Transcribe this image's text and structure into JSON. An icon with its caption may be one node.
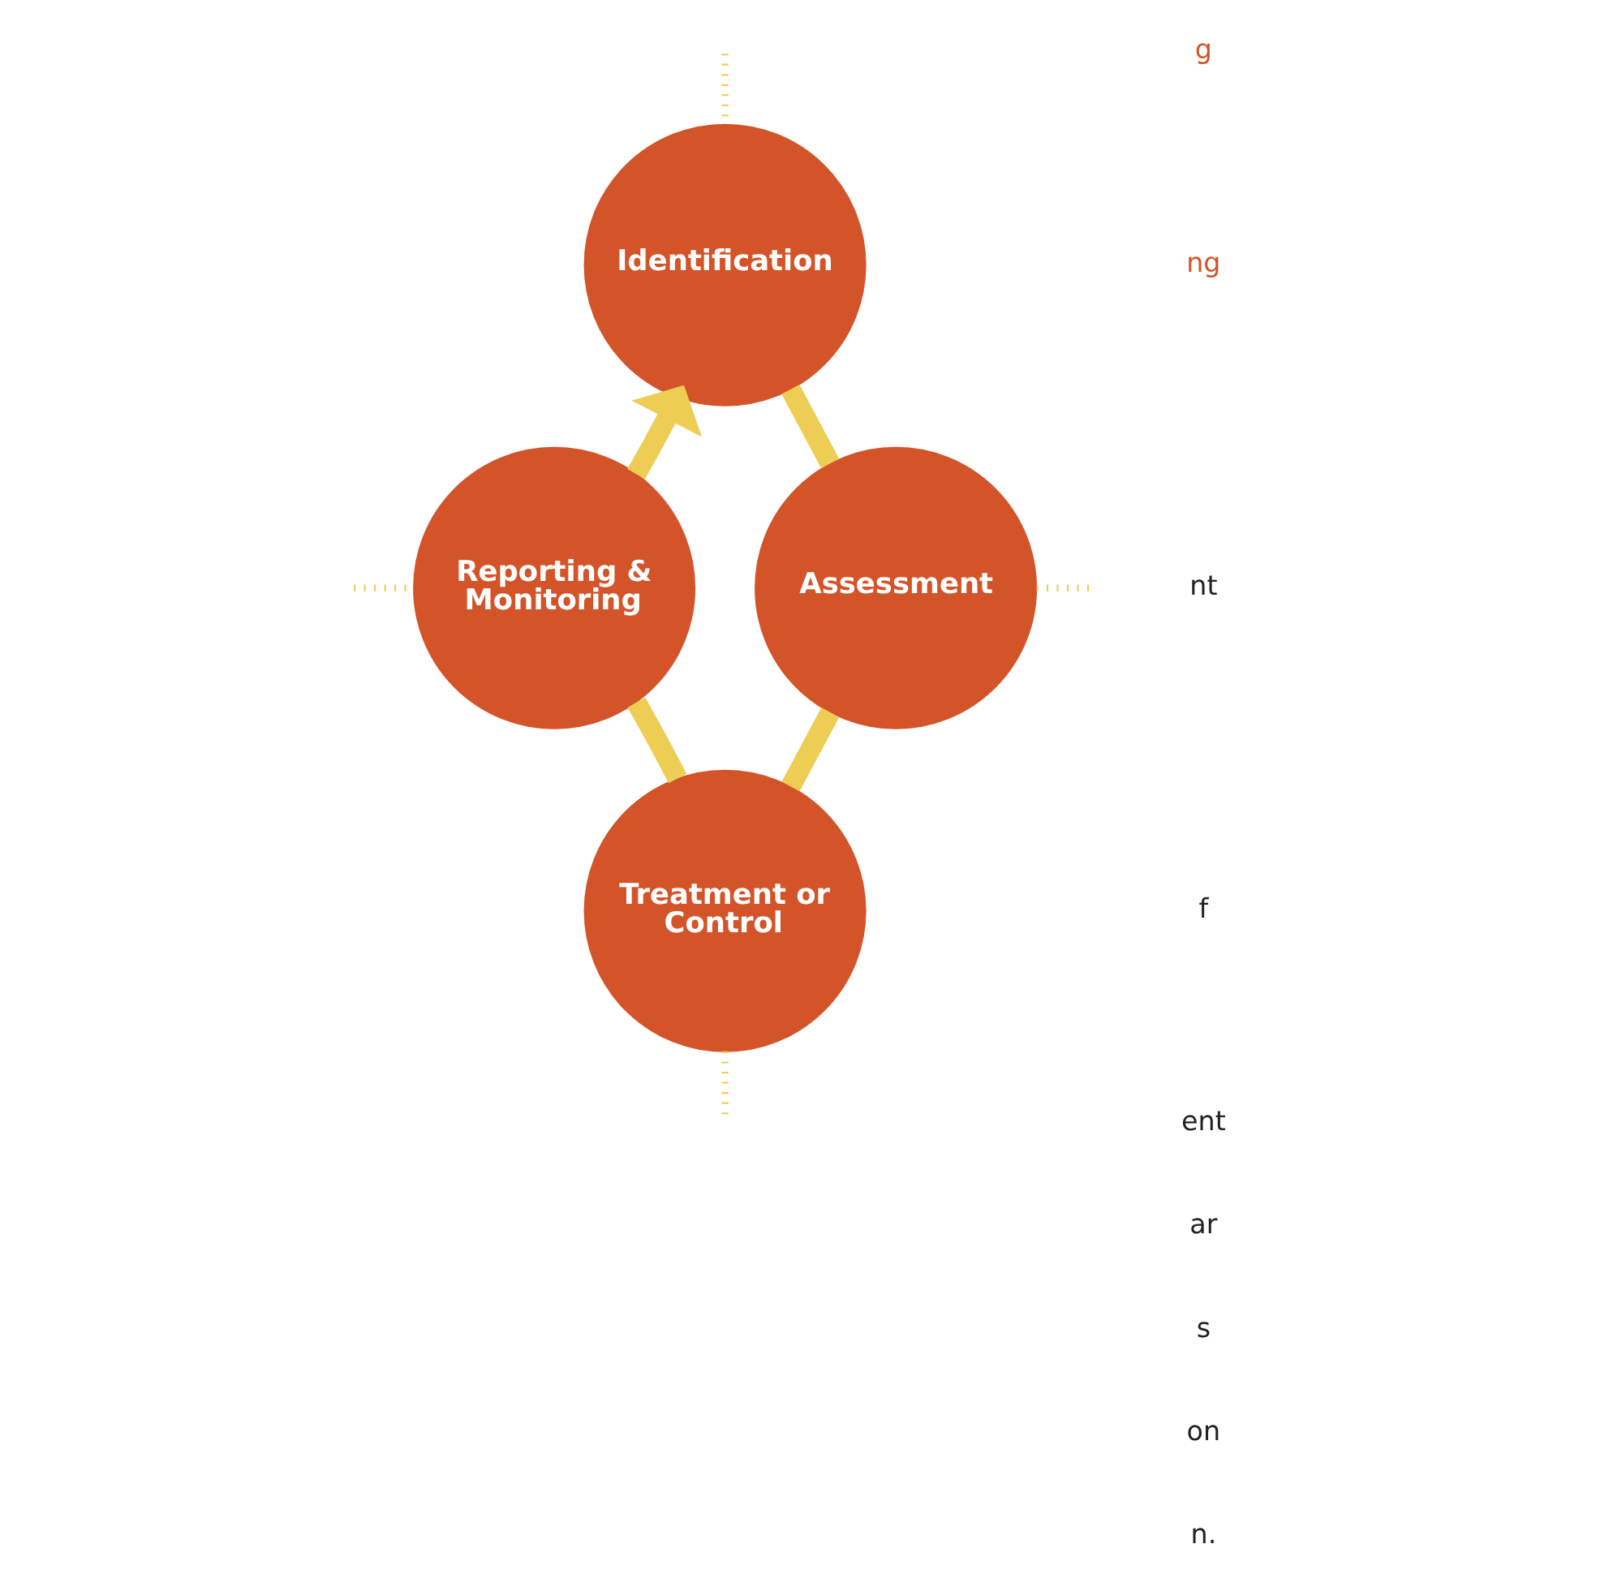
{
  "diagram": {
    "nodes": [
      {
        "text": [
          "Identification"
        ]
      },
      {
        "text": [
          "Assessment"
        ]
      },
      {
        "text": [
          "Treatment or Control"
        ]
      },
      {
        "text": [
          "Reporting & Monitoring"
        ]
      }
    ],
    "edges": [
      {
        "from": 0,
        "to": 1,
        "arrow": "none",
        "style": "thick"
      },
      {
        "from": 1,
        "to": 2,
        "arrow": "none",
        "style": "thick"
      },
      {
        "from": 2,
        "to": 3,
        "arrow": "none",
        "style": "thick"
      },
      {
        "from": 3,
        "to": 0,
        "arrow": "to",
        "style": "thick"
      },
      {
        "from": 0,
        "to": null,
        "arrow": "none",
        "style": "dashed"
      },
      {
        "from": 1,
        "to": null,
        "arrow": "none",
        "style": "dashed"
      },
      {
        "from": 2,
        "to": null,
        "arrow": "none",
        "style": "dashed"
      },
      {
        "from": 3,
        "to": null,
        "arrow": "none",
        "style": "dashed"
      }
    ],
    "labels": [
      "g",
      "ng",
      "nt",
      "f",
      "ent",
      "ar",
      "s",
      "on",
      "n."
    ]
  }
}
